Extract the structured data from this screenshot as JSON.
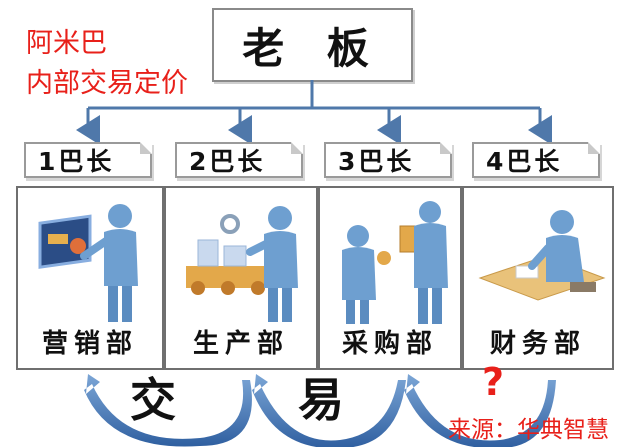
{
  "corner": {
    "line1": "阿米巴",
    "line2": "内部交易定价"
  },
  "boss": {
    "label": "老 板"
  },
  "units": [
    {
      "tag": "1巴长",
      "dept": "营销部"
    },
    {
      "tag": "2巴长",
      "dept": "生产部"
    },
    {
      "tag": "3巴长",
      "dept": "采购部"
    },
    {
      "tag": "4巴长",
      "dept": "财务部"
    }
  ],
  "transactions": {
    "left": "交",
    "middle": "易",
    "right": "?"
  },
  "source": "来源：华典智慧",
  "colors": {
    "accent_red": "#e8201a",
    "arrow_blue": "#4f78aa",
    "figure_blue": "#6e9fd0"
  }
}
